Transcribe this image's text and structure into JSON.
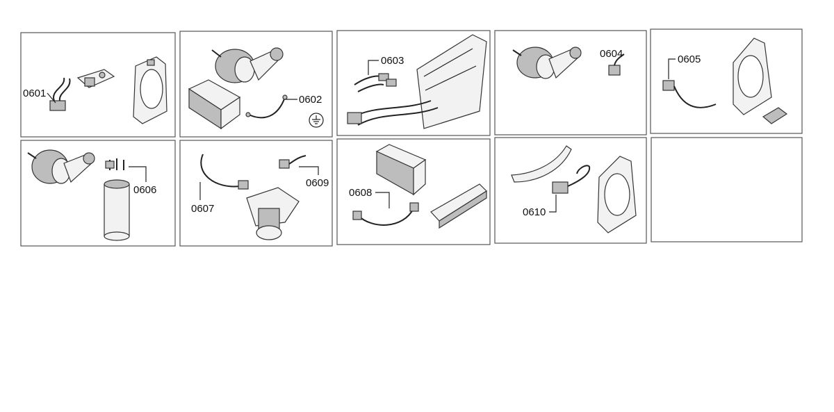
{
  "panels": [
    {
      "labels": [
        "0601"
      ]
    },
    {
      "labels": [
        "0602"
      ]
    },
    {
      "labels": [
        "0603"
      ]
    },
    {
      "labels": [
        "0604"
      ]
    },
    {
      "labels": [
        "0605"
      ]
    },
    {
      "labels": [
        "0606"
      ]
    },
    {
      "labels": [
        "0607",
        "0609"
      ]
    },
    {
      "labels": [
        "0608"
      ]
    },
    {
      "labels": [
        "0610"
      ]
    },
    {
      "labels": []
    }
  ],
  "colors": {
    "line": "#222222",
    "panel_border": "#555555",
    "part_fill": "#f2f2f2",
    "part_dark": "#bdbdbd"
  },
  "icons": {
    "ground": "ground-symbol-icon"
  }
}
